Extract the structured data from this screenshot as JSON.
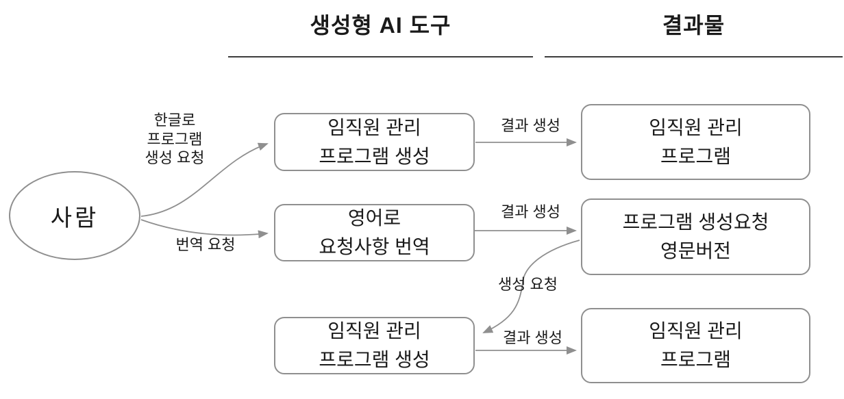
{
  "headers": {
    "tools": "생성형 AI 도구",
    "outputs": "결과물"
  },
  "person": {
    "label": "사람"
  },
  "nodes": {
    "tool_top": {
      "line1": "임직원 관리",
      "line2": "프로그램 생성"
    },
    "tool_mid": {
      "line1": "영어로",
      "line2": "요청사항 번역"
    },
    "tool_bottom": {
      "line1": "임직원 관리",
      "line2": "프로그램 생성"
    },
    "result_top": {
      "line1": "임직원 관리",
      "line2": "프로그램"
    },
    "result_mid": {
      "line1": "프로그램 생성요청",
      "line2": "영문버전"
    },
    "result_bottom": {
      "line1": "임직원 관리",
      "line2": "프로그램"
    }
  },
  "edge_labels": {
    "request_korean": {
      "line1": "한글로",
      "line2": "프로그램",
      "line3": "생성 요청"
    },
    "translate_request": "번역 요청",
    "result_top": "결과 생성",
    "result_mid": "결과 생성",
    "generate_request": "생성 요청",
    "result_bottom": "결과 생성"
  },
  "colors": {
    "line": "#8f8f8f",
    "rule": "#3d3d3d",
    "text": "#1a1a1a",
    "background": "#ffffff"
  }
}
